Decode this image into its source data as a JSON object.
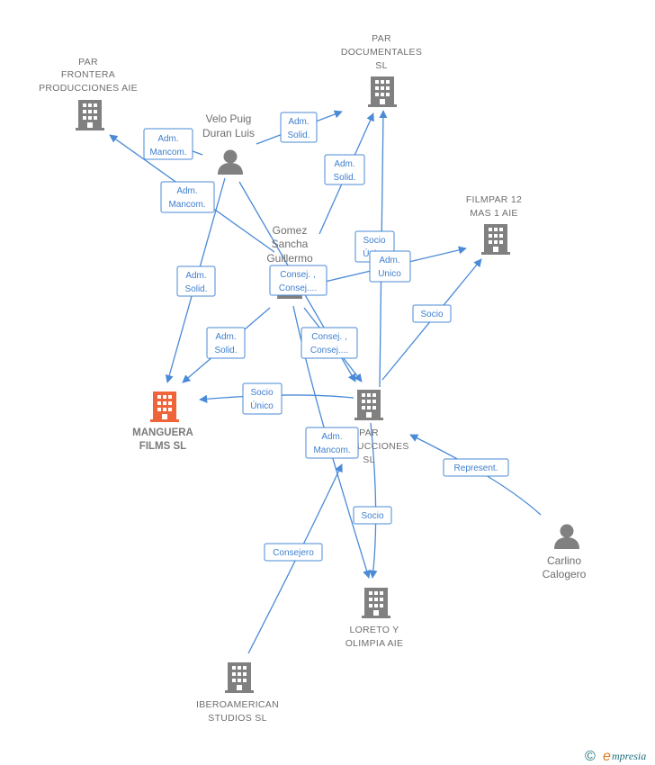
{
  "colors": {
    "edge": "#4a8ad6",
    "company_icon": "#808080",
    "focus_icon": "#f0643a",
    "person_icon": "#808080",
    "label": "#6e6e6e"
  },
  "nodes": {
    "par_frontera": {
      "lines": [
        "PAR",
        "FRONTERA",
        "PRODUCCIONES AIE"
      ],
      "icon": "building-icon"
    },
    "par_documentales": {
      "lines": [
        "PAR",
        "DOCUMENTALES",
        "SL"
      ],
      "icon": "building-icon"
    },
    "filmpar": {
      "lines": [
        "FILMPAR 12",
        "MAS 1 AIE"
      ],
      "icon": "building-icon"
    },
    "velo_puig": {
      "lines": [
        "Velo Puig",
        "Duran Luis"
      ],
      "icon": "person-icon"
    },
    "gomez_sancha": {
      "lines": [
        "Gomez",
        "Sancha",
        "Guillermo"
      ],
      "icon": "person-icon"
    },
    "manguera": {
      "lines": [
        "MANGUERA",
        "FILMS  SL"
      ],
      "icon": "building-icon"
    },
    "par_producciones": {
      "lines": [
        "PAR",
        "PRODUCCIONES",
        "SL"
      ],
      "icon": "building-icon"
    },
    "carlino": {
      "lines": [
        "Carlino",
        "Calogero"
      ],
      "icon": "person-icon"
    },
    "loreto": {
      "lines": [
        "LORETO Y",
        "OLIMPIA AIE"
      ],
      "icon": "building-icon"
    },
    "iberoamerican": {
      "lines": [
        "IBEROAMERICAN",
        "STUDIOS  SL"
      ],
      "icon": "building-icon"
    }
  },
  "relations": [
    {
      "id": "r1",
      "lines": [
        "Adm.",
        "Mancom."
      ]
    },
    {
      "id": "r2",
      "lines": [
        "Adm.",
        "Solid."
      ]
    },
    {
      "id": "r3",
      "lines": [
        "Adm.",
        "Mancom."
      ]
    },
    {
      "id": "r4",
      "lines": [
        "Adm.",
        "Solid."
      ]
    },
    {
      "id": "r5",
      "lines": [
        "Adm.",
        "Solid."
      ]
    },
    {
      "id": "r6",
      "lines": [
        "Socio",
        "Único"
      ]
    },
    {
      "id": "r7",
      "lines": [
        "Adm.",
        "Unico"
      ]
    },
    {
      "id": "r8",
      "lines": [
        "Consej. ,",
        "Consej...."
      ]
    },
    {
      "id": "r9",
      "lines": [
        "Socio"
      ]
    },
    {
      "id": "r10",
      "lines": [
        "Adm.",
        "Solid."
      ]
    },
    {
      "id": "r11",
      "lines": [
        "Consej. ,",
        "Consej...."
      ]
    },
    {
      "id": "r12",
      "lines": [
        "Socio",
        "Único"
      ]
    },
    {
      "id": "r13",
      "lines": [
        "Adm.",
        "Mancom."
      ]
    },
    {
      "id": "r14",
      "lines": [
        "Represent."
      ]
    },
    {
      "id": "r15",
      "lines": [
        "Socio"
      ]
    },
    {
      "id": "r16",
      "lines": [
        "Consejero"
      ]
    }
  ],
  "credit": {
    "symbol": "©",
    "brand_initial": "e",
    "brand_rest": "mpresia"
  }
}
